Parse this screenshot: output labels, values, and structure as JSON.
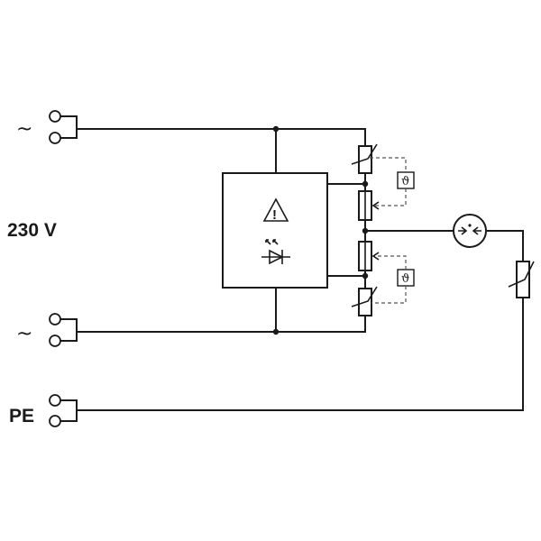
{
  "labels": {
    "voltage": "230 V",
    "pe": "PE",
    "ac_top": "~",
    "ac_bottom": "~",
    "temp_sensor_top": "ϑ",
    "temp_sensor_bottom": "ϑ",
    "warning_mark": "!"
  },
  "colors": {
    "line": "#1a1a1a",
    "dashed_link": "#555555",
    "background": "#ffffff"
  },
  "icons": [
    "ac-source-icon",
    "terminal-icon",
    "warning-triangle-icon",
    "led-diode-icon",
    "varistor-icon",
    "thermal-fuse-icon",
    "spark-gap-icon"
  ]
}
